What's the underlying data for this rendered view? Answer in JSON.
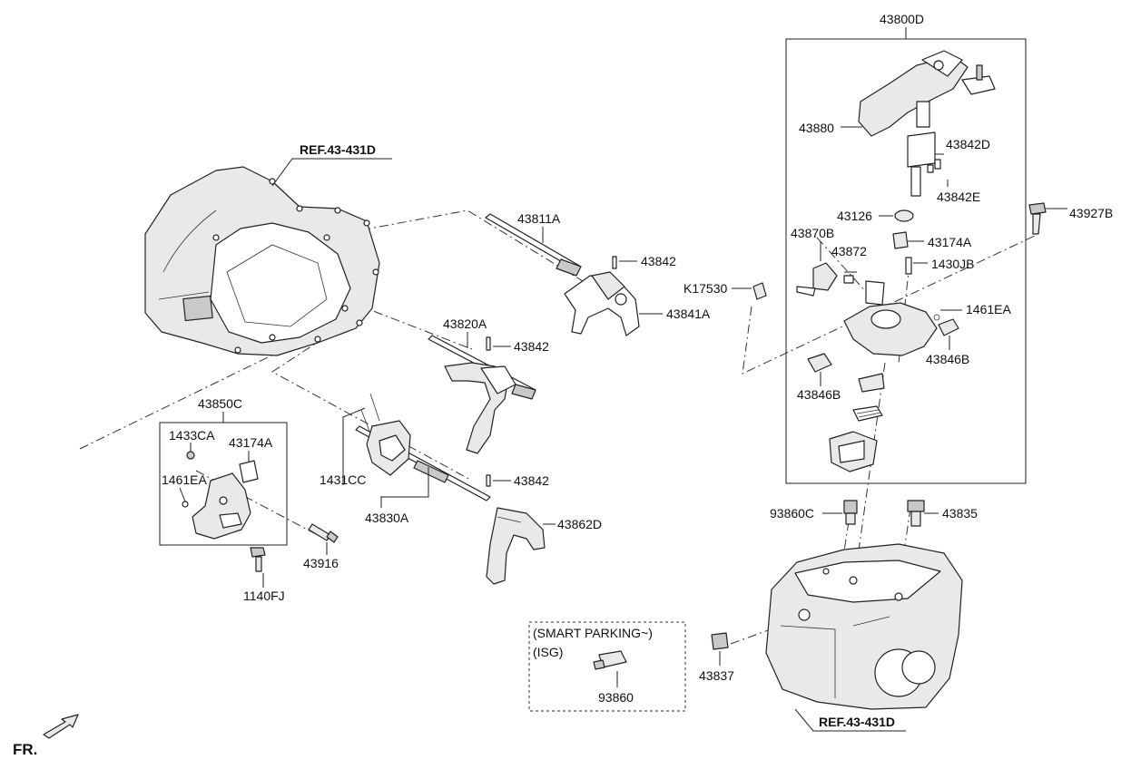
{
  "labels": {
    "l43800D": "43800D",
    "l43880": "43880",
    "l43842D": "43842D",
    "l43842E": "43842E",
    "l43126": "43126",
    "l43927B": "43927B",
    "l43870B": "43870B",
    "l43174A_top": "43174A",
    "l43872": "43872",
    "l1430JB": "1430JB",
    "lK17530": "K17530",
    "l1461EA_right": "1461EA",
    "l43846B_right": "43846B",
    "l43846B_left": "43846B",
    "l43811A": "43811A",
    "l43842_a": "43842",
    "l43841A": "43841A",
    "l43820A": "43820A",
    "l43842_b": "43842",
    "l43850C": "43850C",
    "l1433CA": "1433CA",
    "l43174A_left": "43174A",
    "l1461EA_left": "1461EA",
    "l1431CC": "1431CC",
    "l43842_c": "43842",
    "l43830A": "43830A",
    "l43862D": "43862D",
    "l43916": "43916",
    "l1140FJ": "1140FJ",
    "l93860C": "93860C",
    "l43835": "43835",
    "l43837": "43837",
    "l93860": "93860"
  },
  "refs": {
    "top": "REF.43-431D",
    "bottom": "REF.43-431D"
  },
  "option_box": {
    "line1": "(SMART PARKING~)",
    "line2": "(ISG)"
  },
  "fr_mark": "FR."
}
